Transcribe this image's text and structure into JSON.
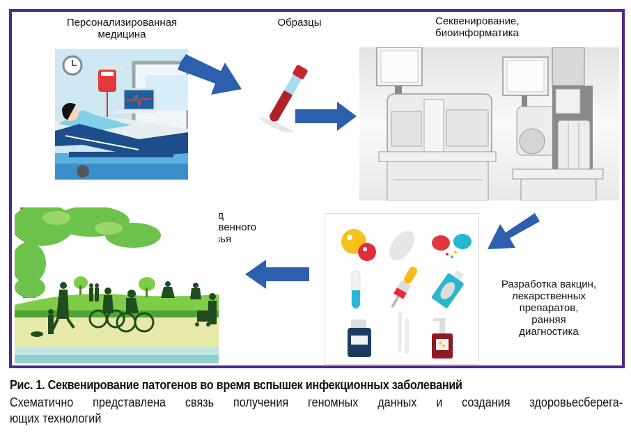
{
  "figure": {
    "labels": {
      "personalized_medicine": "Персонализированная медицина",
      "samples": "Образцы",
      "sequencing": "Секвенирование, биоинформатика",
      "public_health": "Исход для общественного здоровья",
      "development": "Разработка вакцин, лекарственных препаратов, ранняя диагностика"
    },
    "label_lines": {
      "personalized_medicine": [
        "Персонализированная",
        "медицина"
      ],
      "sequencing": [
        "Секвенирование,",
        "биоинформатика"
      ],
      "public_health": [
        "Исход",
        "для общественного",
        "здоровья"
      ],
      "development": [
        "Разработка вакцин,",
        "лекарственных",
        "препаратов,",
        "ранняя",
        "диагностика"
      ]
    },
    "icons": {
      "patient": "hospital-patient-illustration",
      "tube": "blood-sample-tube-icon",
      "sequencers": "sequencer-machines-illustration",
      "drugs": "medications-icons-grid",
      "park": "public-park-people-illustration",
      "arrow": "blue-arrow-icon"
    },
    "colors": {
      "frame": "#52278a",
      "arrow": "#2c5fae"
    }
  },
  "caption": {
    "title": "Рис. 1. Секвенирование патогенов во время вспышек инфекционных заболеваний",
    "text": "Схематично представлена связь получения геномных данных и создания здоровьесберега- ющих технологий",
    "text_lines": [
      "Схематично представлена связь получения геномных данных и создания здоровьесберега-",
      "ющих технологий"
    ]
  }
}
